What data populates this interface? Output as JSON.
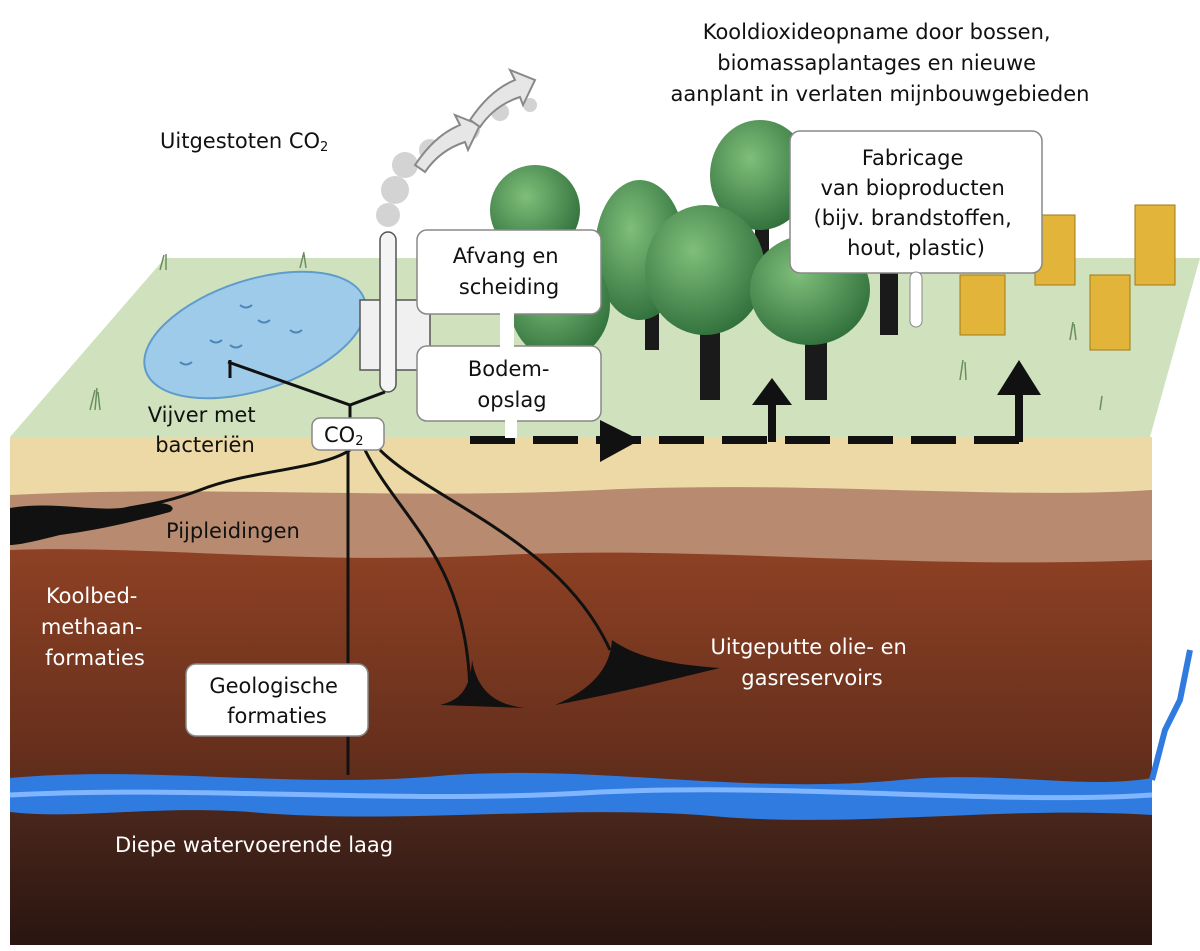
{
  "labels": {
    "emitted_co2": "Uitgestoten CO",
    "emitted_co2_sub": "2",
    "forest_uptake": [
      "Kooldioxideopname door bossen,",
      "biomassaplantages en nieuwe",
      "aanplant in verlaten mijnbouwgebieden"
    ],
    "biproducts": [
      "Fabricage",
      "van bioproducten",
      "(bijv. brandstoffen,",
      "hout, plastic)"
    ],
    "capture": [
      "Afvang en",
      "scheiding"
    ],
    "soil_storage": [
      "Bodem-",
      "opslag"
    ],
    "pond": [
      "Vijver met",
      "bacteriën"
    ],
    "co2_box": "CO",
    "co2_box_sub": "2",
    "pipelines": "Pijpleidingen",
    "coalbed": [
      "Koolbed-",
      "methaan-",
      "formaties"
    ],
    "geological": [
      "Geologische",
      "formaties"
    ],
    "depleted": [
      "Uitgeputte olie- en",
      "gasreservoirs"
    ],
    "aquifer": "Diepe watervoerende laag"
  },
  "colors": {
    "surface": "#cfe2bd",
    "topsoil": "#ecd9a5",
    "subsoil": "#b88a6f",
    "rock": "#8b3f23",
    "water": "#2f7be0",
    "deep": "#3b1f18"
  }
}
